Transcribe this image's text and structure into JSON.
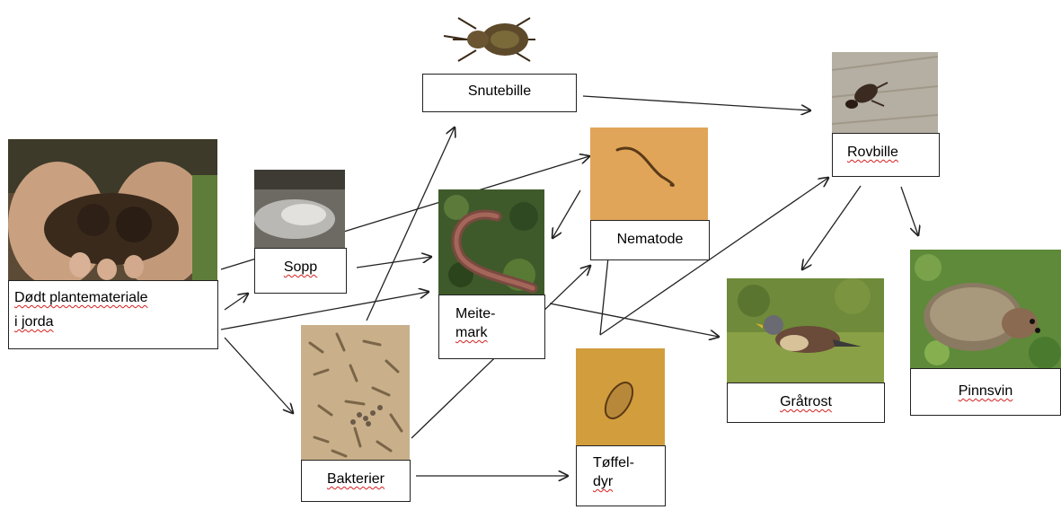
{
  "nodes": {
    "dodt": {
      "line1": "Dødt plantemateriale",
      "line2": "i jorda",
      "image": "soil-in-hands"
    },
    "sopp": {
      "label": "Sopp",
      "image": "fungus-mycelium"
    },
    "snutebille": {
      "label": "Snutebille",
      "image": "weevil"
    },
    "meitemark": {
      "line1": "Meite-",
      "line2": "mark",
      "image": "earthworm"
    },
    "nematode": {
      "label": "Nematode",
      "image": "nematode-micrograph"
    },
    "bakterier": {
      "label": "Bakterier",
      "image": "bacteria-micrograph"
    },
    "toffeldyr": {
      "line1": "Tøffel-",
      "line2": "dyr",
      "image": "paramecium-micrograph"
    },
    "rovbille": {
      "label": "Rovbille",
      "image": "rove-beetle"
    },
    "gratrost": {
      "label": "Gråtrost",
      "image": "fieldfare-bird"
    },
    "pinnsvin": {
      "label": "Pinnsvin",
      "image": "hedgehog"
    }
  },
  "edges": [
    [
      "dodt",
      "sopp"
    ],
    [
      "dodt",
      "nematode"
    ],
    [
      "dodt",
      "meitemark"
    ],
    [
      "dodt",
      "bakterier"
    ],
    [
      "sopp",
      "meitemark"
    ],
    [
      "bakterier",
      "snutebille"
    ],
    [
      "bakterier",
      "nematode"
    ],
    [
      "bakterier",
      "toffeldyr"
    ],
    [
      "nematode",
      "meitemark"
    ],
    [
      "toffeldyr",
      "nematode"
    ],
    [
      "toffeldyr",
      "rovbille"
    ],
    [
      "snutebille",
      "rovbille"
    ],
    [
      "meitemark",
      "gratrost"
    ],
    [
      "rovbille",
      "gratrost"
    ],
    [
      "rovbille",
      "pinnsvin"
    ]
  ],
  "colors": {
    "arrow": "#222222",
    "label_border": "#222222",
    "spell_underline": "#d42020"
  }
}
